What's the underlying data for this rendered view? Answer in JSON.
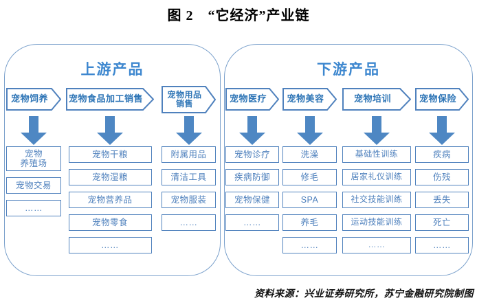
{
  "figure": {
    "title": "图 2　“它经济”产业链",
    "source": "资料来源：兴业证券研究所，苏宁金融研究院制图"
  },
  "colors": {
    "panel_border": "#7ba1cc",
    "shape_border": "#4f81bd",
    "shape_text": "#2e75b6",
    "box_text": "#4f81bd",
    "arrow_fill": "#4e87c3",
    "panel_title": "#3d87cf",
    "title_text": "#000000"
  },
  "icons": {
    "stage_shape": "pentagon-right-arrow",
    "flow_arrow": "solid-block-down-arrow"
  },
  "panels": [
    {
      "title": "上游产品",
      "columns": [
        {
          "header": "宠物饲养",
          "items": [
            "宠物\n养殖场",
            "宠物交易",
            "……"
          ]
        },
        {
          "header": "宠物食品加工销售",
          "items": [
            "宠物干粮",
            "宠物湿粮",
            "宠物营养品",
            "宠物零食",
            "……"
          ]
        },
        {
          "header": "宠物用品\n销售",
          "items": [
            "附属用品",
            "清洁工具",
            "宠物服装",
            "……"
          ]
        }
      ]
    },
    {
      "title": "下游产品",
      "columns": [
        {
          "header": "宠物医疗",
          "items": [
            "宠物诊疗",
            "疾病防御",
            "宠物保健",
            "……"
          ]
        },
        {
          "header": "宠物美容",
          "items": [
            "洗澡",
            "修毛",
            "SPA",
            "养毛",
            "……"
          ]
        },
        {
          "header": "宠物培训",
          "items": [
            "基础性训练",
            "居家礼仪训练",
            "社交技能训练",
            "运动技能训练",
            "……"
          ]
        },
        {
          "header": "宠物保险",
          "items": [
            "疾病",
            "伤残",
            "丢失",
            "死亡",
            "……"
          ]
        }
      ]
    }
  ]
}
